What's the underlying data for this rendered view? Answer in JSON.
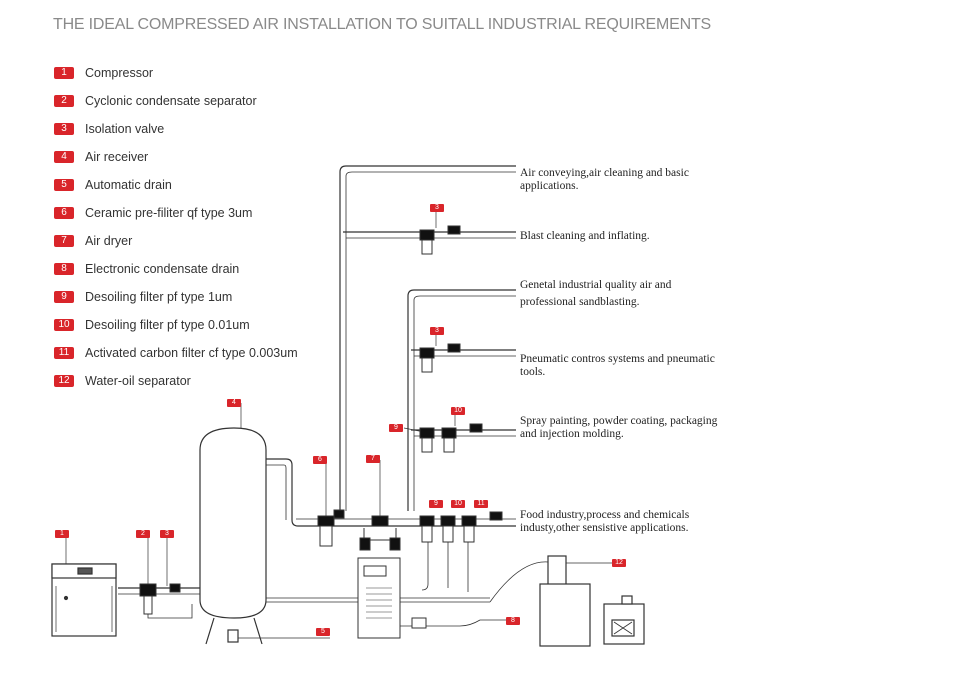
{
  "title": "THE IDEAL COMPRESSED AIR INSTALLATION TO SUITALL INDUSTRIAL REQUIREMENTS",
  "legend": [
    {
      "num": "1",
      "label": "Compressor"
    },
    {
      "num": "2",
      "label": "Cyclonic condensate separator"
    },
    {
      "num": "3",
      "label": "Isolation valve"
    },
    {
      "num": "4",
      "label": "Air receiver"
    },
    {
      "num": "5",
      "label": "Automatic drain"
    },
    {
      "num": "6",
      "label": "Ceramic pre-filiter qf type 3um"
    },
    {
      "num": "7",
      "label": "Air dryer"
    },
    {
      "num": "8",
      "label": "Electronic condensate drain"
    },
    {
      "num": "9",
      "label": "Desoiling filter pf type 1um"
    },
    {
      "num": "10",
      "label": "Desoiling filter pf type 0.01um"
    },
    {
      "num": "11",
      "label": "Activated carbon filter cf type 0.003um"
    },
    {
      "num": "12",
      "label": "Water-oil separator"
    }
  ],
  "applications": [
    {
      "line1": "Air conveying,air cleaning and basic",
      "line2": "applications."
    },
    {
      "line1": "Blast cleaning and inflating.",
      "line2": ""
    },
    {
      "line1": "Genetal industrial quality air and",
      "line2": "professional sandblasting."
    },
    {
      "line1": "Pneumatic contros systems and pneumatic",
      "line2": "tools."
    },
    {
      "line1": "Spray painting, powder coating, packaging",
      "line2": "and injection molding."
    },
    {
      "line1": "Food industry,process and chemicals",
      "line2": "industy,other sensistive applications."
    }
  ],
  "tags": {
    "t1": "1",
    "t2": "2",
    "t3": "3",
    "t4": "4",
    "t5": "5",
    "t6": "6",
    "t7": "7",
    "t8": "8",
    "t9": "9",
    "t10": "10",
    "t11": "11",
    "t12": "12"
  },
  "colors": {
    "accent": "#d9252a",
    "line": "#333333",
    "title": "#8a8a8a"
  }
}
